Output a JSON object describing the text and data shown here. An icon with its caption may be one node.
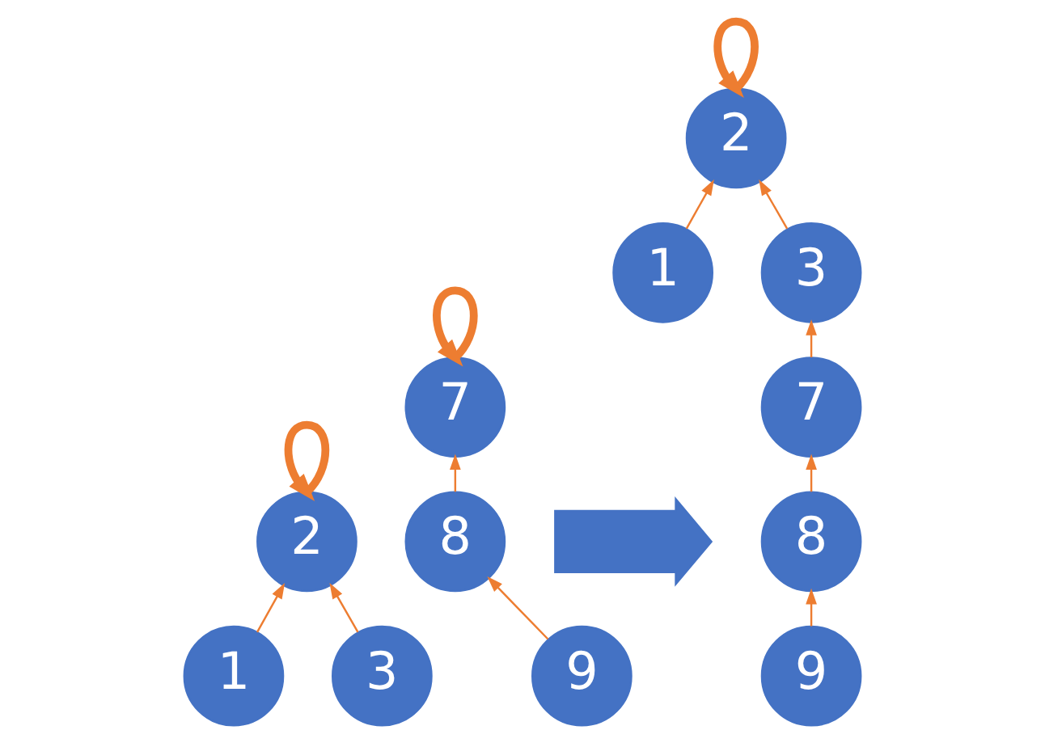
{
  "diagram": {
    "nodes": [
      {
        "text": [
          "2"
        ]
      },
      {
        "text": [
          "1"
        ]
      },
      {
        "text": [
          "3"
        ]
      },
      {
        "text": [
          "7"
        ]
      },
      {
        "text": [
          "8"
        ]
      },
      {
        "text": [
          "9"
        ]
      },
      {
        "text": [],
        "shape": "arrow"
      },
      {
        "text": [
          "2"
        ]
      },
      {
        "text": [
          "1"
        ]
      },
      {
        "text": [
          "3"
        ]
      },
      {
        "text": [
          "7"
        ]
      },
      {
        "text": [
          "8"
        ]
      },
      {
        "text": [
          "9"
        ]
      }
    ],
    "edges": [
      {
        "from": 0,
        "to": 0,
        "arrow": "to",
        "style": "thick"
      },
      {
        "from": 1,
        "to": 0,
        "arrow": "to"
      },
      {
        "from": 2,
        "to": 0,
        "arrow": "to"
      },
      {
        "from": 3,
        "to": 3,
        "arrow": "to",
        "style": "thick"
      },
      {
        "from": 4,
        "to": 3,
        "arrow": "to"
      },
      {
        "from": 5,
        "to": 4,
        "arrow": "to"
      },
      {
        "from": 7,
        "to": 7,
        "arrow": "to",
        "style": "thick"
      },
      {
        "from": 8,
        "to": 7,
        "arrow": "to"
      },
      {
        "from": 9,
        "to": 7,
        "arrow": "to"
      },
      {
        "from": 10,
        "to": 9,
        "arrow": "to"
      },
      {
        "from": 11,
        "to": 10,
        "arrow": "to"
      },
      {
        "from": 12,
        "to": 11,
        "arrow": "to"
      }
    ]
  }
}
